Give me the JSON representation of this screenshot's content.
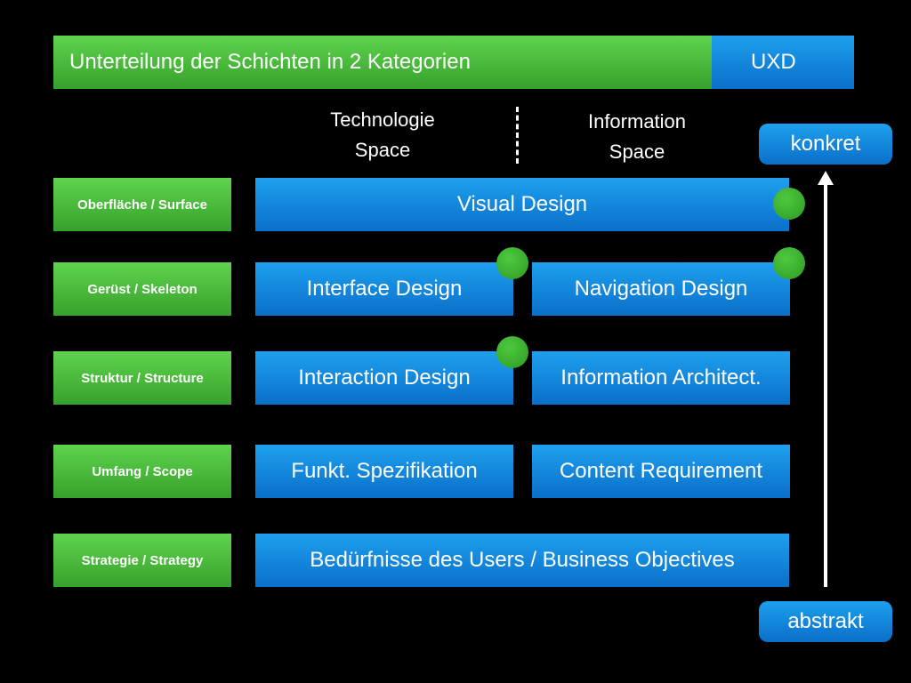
{
  "header": {
    "title": "Unterteilung der Schichten in 2 Kategorien",
    "badge": "UXD"
  },
  "spaces": {
    "technology": [
      "Technologie",
      "Space"
    ],
    "information": [
      "Information",
      "Space"
    ]
  },
  "layers": [
    "Oberfläche / Surface",
    "Gerüst / Skeleton",
    "Struktur / Structure",
    "Umfang / Scope",
    "Strategie / Strategy"
  ],
  "boxes": {
    "visual_design": "Visual Design",
    "interface_design": "Interface Design",
    "navigation_design": "Navigation Design",
    "interaction_design": "Interaction Design",
    "information_architecture": "Information Architect.",
    "functional_spec": "Funkt. Spezifikation",
    "content_requirement": "Content Requirement",
    "strategy": "Bedürfnisse des Users / Business Objectives"
  },
  "scale": {
    "top": "konkret",
    "bottom": "abstrakt"
  },
  "colors": {
    "green": "#4cc23c",
    "blue": "#1590e0",
    "background": "#000000"
  }
}
